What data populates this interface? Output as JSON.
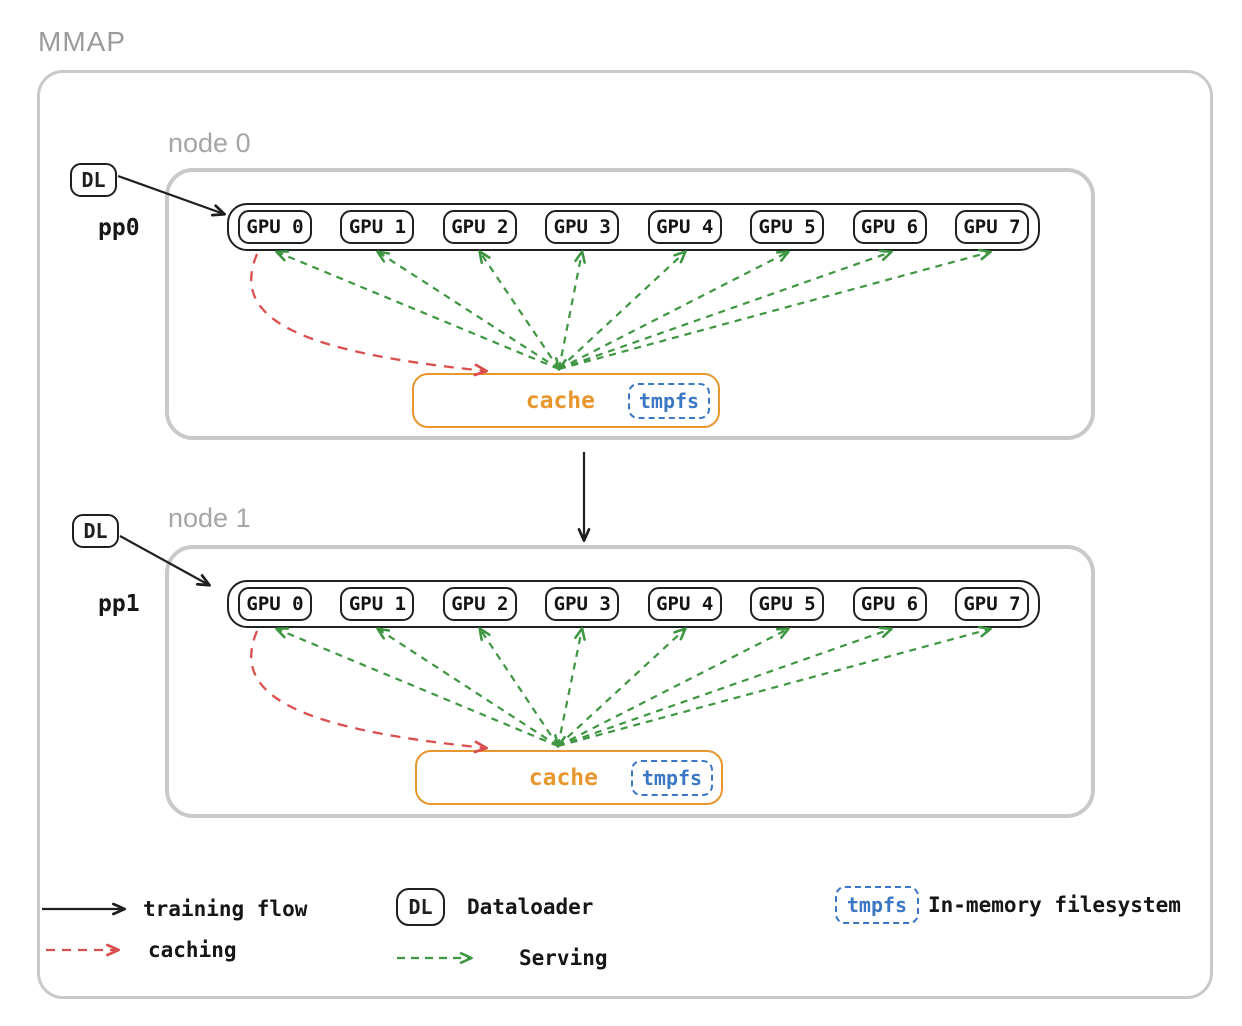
{
  "title": "MMAP",
  "colors": {
    "gray_border": "#c9c9c9",
    "gray_text": "#9b9b9b",
    "ink": "#1f1f1f",
    "orange": "#e8962e",
    "blue": "#3b77c4",
    "red": "#d94f4f",
    "green": "#3f9642"
  },
  "nodes": [
    {
      "label": "node 0",
      "dl_label": "DL",
      "pp_label": "pp0",
      "gpus": [
        "GPU 0",
        "GPU 1",
        "GPU 2",
        "GPU 3",
        "GPU 4",
        "GPU 5",
        "GPU 6",
        "GPU 7"
      ],
      "cache_label": "cache",
      "tmpfs_label": "tmpfs"
    },
    {
      "label": "node 1",
      "dl_label": "DL",
      "pp_label": "pp1",
      "gpus": [
        "GPU 0",
        "GPU 1",
        "GPU 2",
        "GPU 3",
        "GPU 4",
        "GPU 5",
        "GPU 6",
        "GPU 7"
      ],
      "cache_label": "cache",
      "tmpfs_label": "tmpfs"
    }
  ],
  "legend": {
    "training_flow_label": "training flow",
    "caching_label": "caching",
    "dataloader_box_label": "DL",
    "dataloader_label": "Dataloader",
    "serving_label": "Serving",
    "tmpfs_box_label": "tmpfs",
    "in_memory_label": "In-memory filesystem"
  }
}
